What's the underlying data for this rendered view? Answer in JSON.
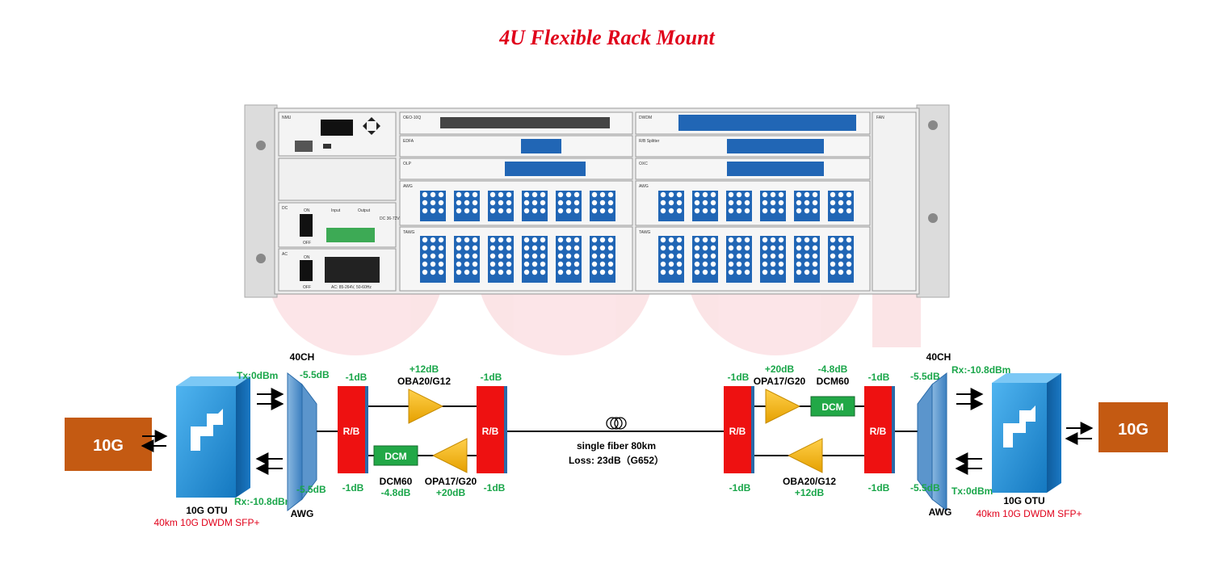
{
  "title": "4U Flexible Rack Mount",
  "left": {
    "client": "10G",
    "otu": "10G OTU",
    "sfp": "40km 10G DWDM SFP+",
    "tx": "Tx:0dBm",
    "rx": "Rx:-10.8dBm",
    "awg_label": "AWG",
    "ch_label": "40CH",
    "awg_loss_top": "-5.5dB",
    "awg_loss_bot": "-5.5dB",
    "rb1_top": "-1dB",
    "rb1_bot": "-1dB",
    "rb2_top": "-1dB",
    "rb2_bot": "-1dB",
    "oba_gain": "+12dB",
    "oba_name": "OBA20/G12",
    "dcm_name": "DCM60",
    "dcm_loss": "-4.8dB",
    "opa_name": "OPA17/G20",
    "opa_gain": "+20dB"
  },
  "center": {
    "fiber": "single fiber 80km",
    "loss": "Loss: 23dB（G652）"
  },
  "right": {
    "client": "10G",
    "otu": "10G OTU",
    "sfp": "40km 10G DWDM SFP+",
    "tx": "Tx:0dBm",
    "rx": "Rx:-10.8dBm",
    "awg_label": "AWG",
    "ch_label": "40CH",
    "awg_loss_top": "-5.5dB",
    "awg_loss_bot": "-5.5dB",
    "rb1_top": "-1dB",
    "rb1_bot": "-1dB",
    "rb2_top": "-1dB",
    "rb2_bot": "-1dB",
    "opa_gain": "+20dB",
    "opa_name": "OPA17/G20",
    "dcm_loss": "-4.8dB",
    "dcm_name": "DCM60",
    "oba_name": "OBA20/G12",
    "oba_gain": "+12dB"
  },
  "blocks": {
    "rb": "R/B",
    "dcm": "DCM"
  },
  "rack": {
    "slot_nmu": "NMU",
    "slot_oeo": "OEO-10Q",
    "slot_edfa": "EDFA",
    "slot_olp": "OLP",
    "slot_awg": "AWG",
    "slot_tawg": "TAWG",
    "slot_dwdm": "DWDM",
    "slot_rb": "R/B Splitter",
    "slot_oxc": "OXC",
    "slot_fan": "FAN",
    "dc": "DC",
    "ac": "AC",
    "on": "ON",
    "off": "OFF",
    "input": "Input",
    "output": "Output",
    "dc_range": "DC 36-72V",
    "ac_range": "AC: 85-264V, 50-60Hz"
  },
  "colors": {
    "title": "#e0001a",
    "client_box": "#c45a12",
    "rb": "#ee1111",
    "amp": "#f2b300",
    "dcm": "#22a847",
    "otu": "#1e90d8",
    "green_text": "#1aa64a"
  }
}
